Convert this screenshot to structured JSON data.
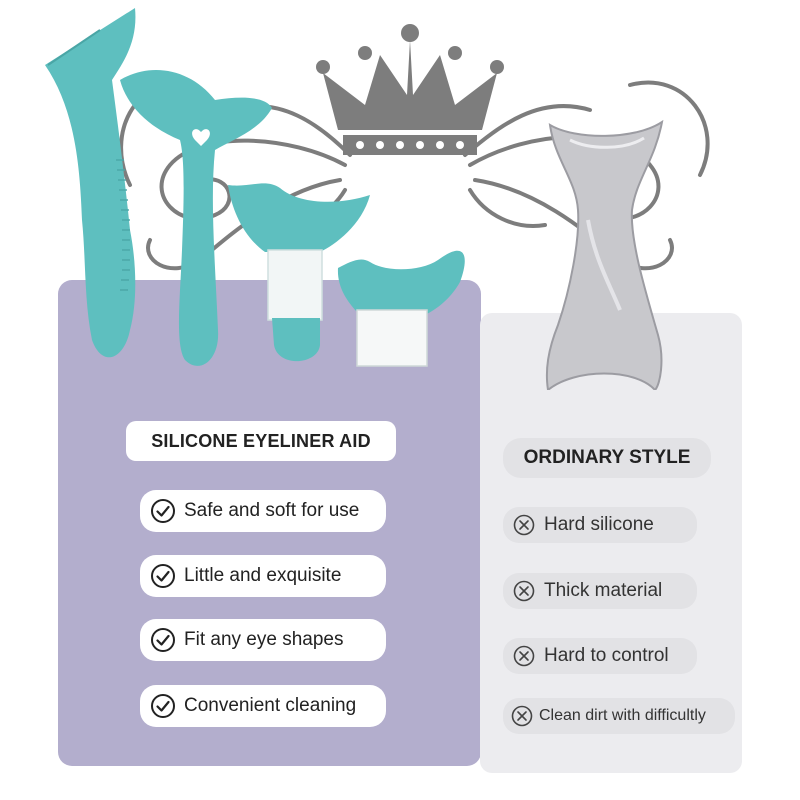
{
  "left_panel": {
    "title": "SILICONE EYELINER AID",
    "features": [
      {
        "text": "Safe and soft for use",
        "icon": "check-circle-icon"
      },
      {
        "text": "Little and exquisite",
        "icon": "check-circle-icon"
      },
      {
        "text": "Fit any eye shapes",
        "icon": "check-circle-icon"
      },
      {
        "text": "Convenient cleaning",
        "icon": "check-circle-icon"
      }
    ],
    "color": "#b3aecd",
    "product_color": "#5ebfbf"
  },
  "right_panel": {
    "title": "ORDINARY STYLE",
    "features": [
      {
        "text": "Hard silicone",
        "icon": "x-circle-icon"
      },
      {
        "text": "Thick material",
        "icon": "x-circle-icon"
      },
      {
        "text": "Hard to control",
        "icon": "x-circle-icon"
      },
      {
        "text": "Clean dirt with difficultly",
        "icon": "x-circle-icon"
      }
    ],
    "color": "#ececef"
  },
  "decoration": {
    "icon": "crown-ornament-icon",
    "color": "#7a7a7a"
  }
}
